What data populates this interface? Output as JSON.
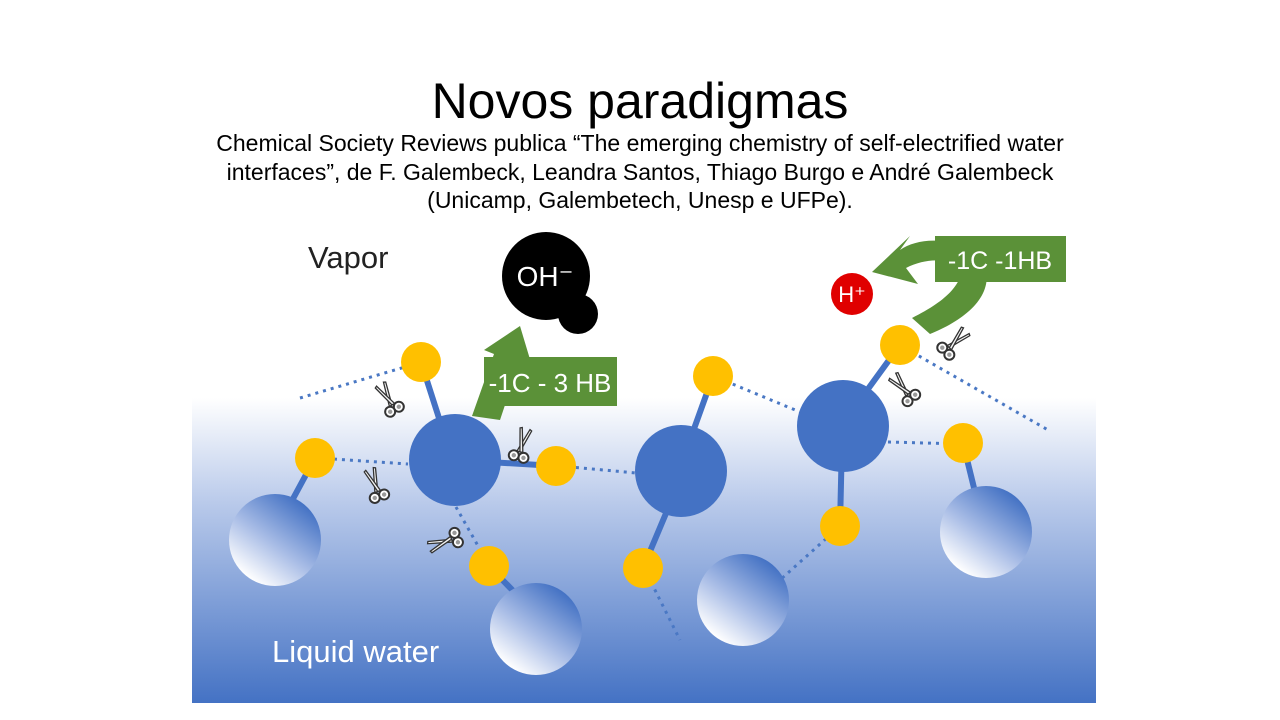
{
  "slide": {
    "title": "Novos paradigmas",
    "subtitle_lines": [
      "Chemical Society Reviews publica “The emerging chemistry of self-electrified water",
      "interfaces”, de F. Galembeck, Leandra Santos, Thiago Burgo e André Galembeck",
      "(Unicamp, Galembetech, Unesp e UFPe)."
    ]
  },
  "diagram": {
    "vapor_label": "Vapor",
    "liquid_label": "Liquid water",
    "hydroxide_label": "OH⁻",
    "proton_label": "H⁺",
    "arrow_left_label": "-1C - 3 HB",
    "arrow_right_label": "-1C -1HB",
    "colors": {
      "oxygen": "#4472c4",
      "hydrogen": "#ffc000",
      "arrow": "#5b9138",
      "proton": "#e00000",
      "hydroxide": "#000000",
      "water_top": "#ffffff",
      "water_bottom": "#4472c4",
      "bond_dotted": "#4a78c4"
    },
    "icons": [
      "scissors-icon"
    ]
  }
}
